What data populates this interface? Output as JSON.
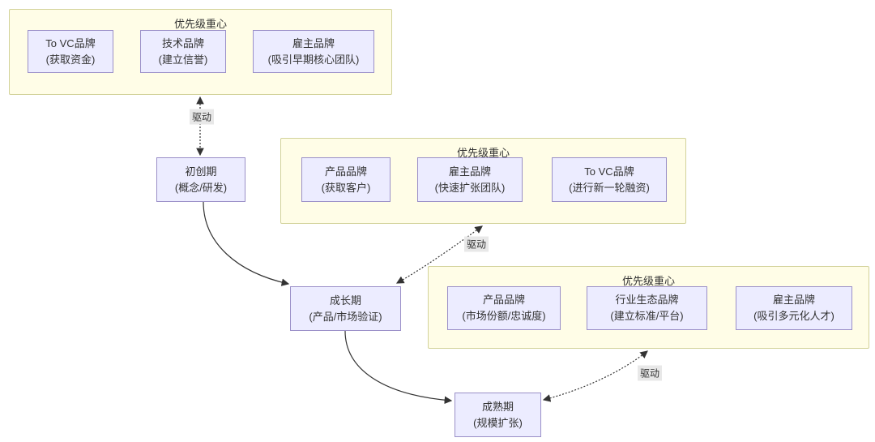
{
  "clusters": [
    {
      "title": "优先级重心",
      "boxes": [
        {
          "line1": "To VC品牌",
          "line2": "(获取资金)"
        },
        {
          "line1": "技术品牌",
          "line2": "(建立信誉)"
        },
        {
          "line1": "雇主品牌",
          "line2": "(吸引早期核心团队)"
        }
      ]
    },
    {
      "title": "优先级重心",
      "boxes": [
        {
          "line1": "产品品牌",
          "line2": "(获取客户)"
        },
        {
          "line1": "雇主品牌",
          "line2": "(快速扩张团队)"
        },
        {
          "line1": "To VC品牌",
          "line2": "(进行新一轮融资)"
        }
      ]
    },
    {
      "title": "优先级重心",
      "boxes": [
        {
          "line1": "产品品牌",
          "line2": "(市场份额/忠诚度)"
        },
        {
          "line1": "行业生态品牌",
          "line2": "(建立标准/平台)"
        },
        {
          "line1": "雇主品牌",
          "line2": "(吸引多元化人才)"
        }
      ]
    }
  ],
  "stages": [
    {
      "line1": "初创期",
      "line2": "(概念/研发)"
    },
    {
      "line1": "成长期",
      "line2": "(产品/市场验证)"
    },
    {
      "line1": "成熟期",
      "line2": "(规模扩张)"
    }
  ],
  "edge_labels": [
    "驱动",
    "驱动",
    "驱动"
  ],
  "colors": {
    "cluster_fill": "#fffde7",
    "cluster_border": "#d2d29a",
    "node_fill": "#ececff",
    "node_border": "#9a8fc8",
    "edge": "#333333",
    "label_bg": "#e8e8e8",
    "text": "#333333"
  }
}
